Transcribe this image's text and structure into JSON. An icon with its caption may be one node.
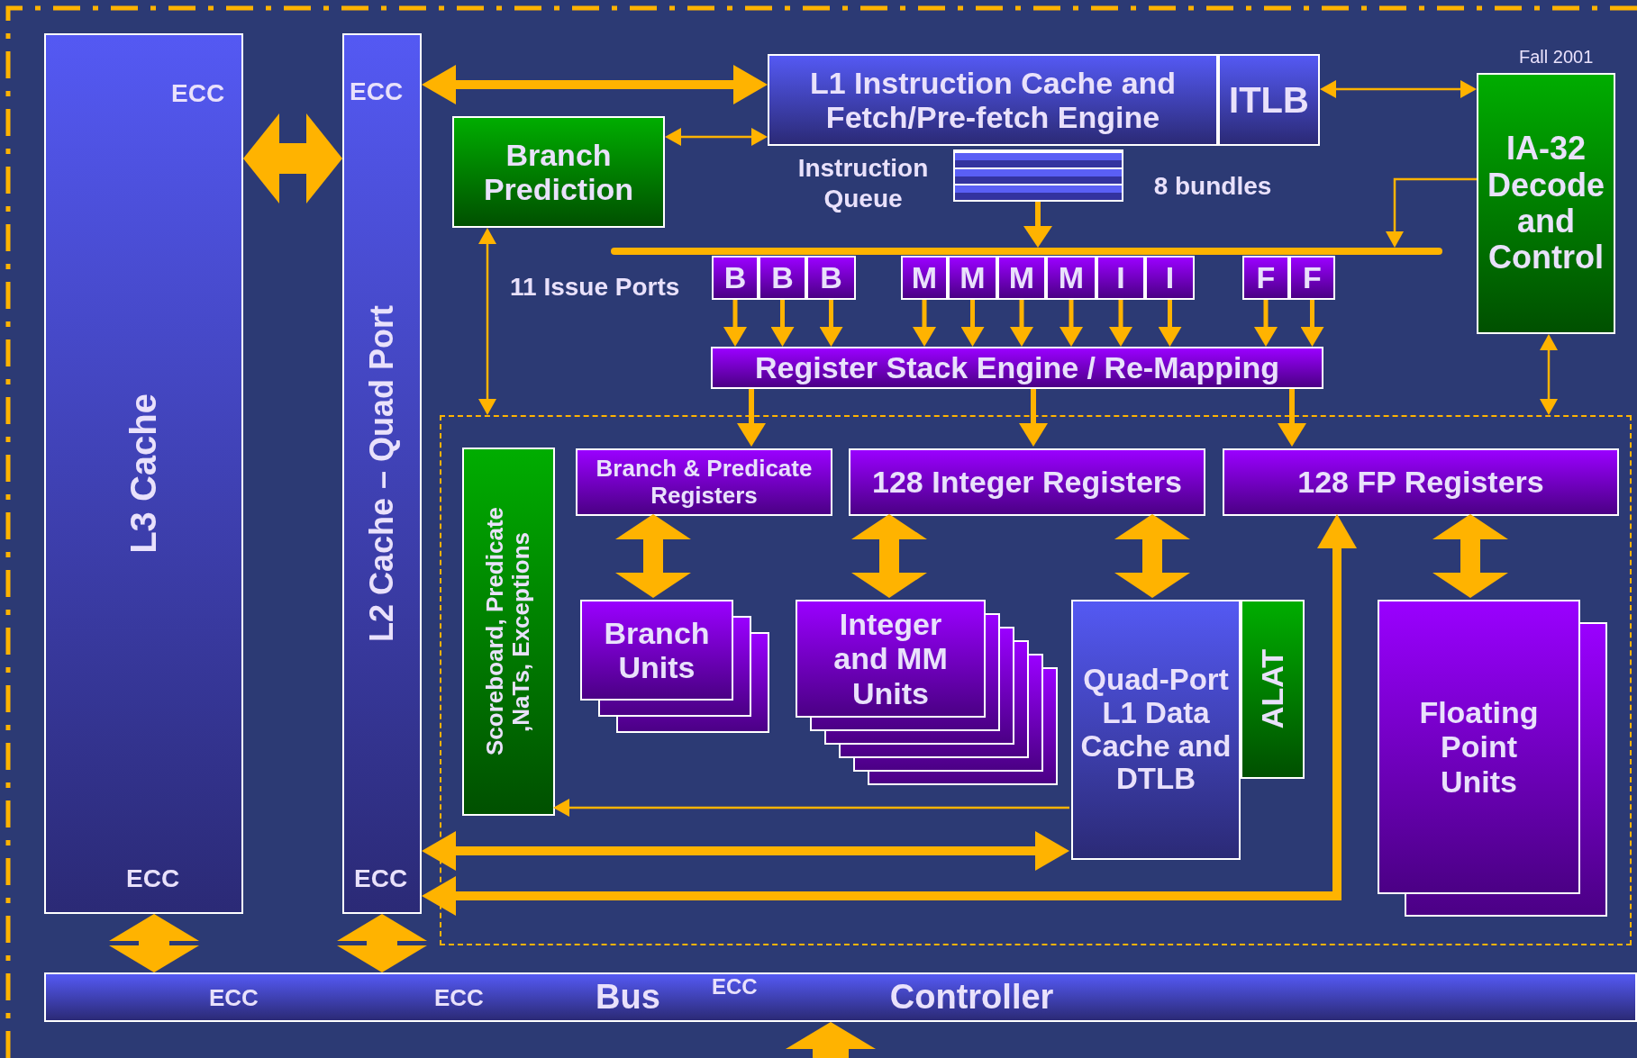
{
  "diagram": {
    "nodes": [
      {
        "text": [
          "L3 Cache"
        ]
      },
      {
        "text": [
          "L2 Cache – Quad Port"
        ]
      },
      {
        "text": [
          "L1 Instruction Cache and Fetch/Pre-fetch Engine"
        ]
      },
      {
        "text": [
          "ITLB"
        ]
      },
      {
        "text": [
          "IA-32 Decode and Control"
        ]
      },
      {
        "text": [
          "Branch Prediction"
        ]
      },
      {
        "text": [],
        "shape": "box",
        "beside": [
          "Instruction Queue",
          "8 bundles"
        ]
      },
      {
        "text": [],
        "shape": "bar"
      },
      {
        "text": [
          "B"
        ]
      },
      {
        "text": [
          "B"
        ]
      },
      {
        "text": [
          "B"
        ]
      },
      {
        "text": [
          "M"
        ]
      },
      {
        "text": [
          "M"
        ]
      },
      {
        "text": [
          "M"
        ]
      },
      {
        "text": [
          "M"
        ]
      },
      {
        "text": [
          "I"
        ]
      },
      {
        "text": [
          "I"
        ]
      },
      {
        "text": [
          "F"
        ]
      },
      {
        "text": [
          "F"
        ]
      },
      {
        "text": [
          "Register Stack Engine / Re-Mapping"
        ]
      },
      {
        "text": [],
        "shape": "box"
      },
      {
        "text": [
          "Scoreboard, Predicate ,NaTs, Exceptions"
        ],
        "in": 20
      },
      {
        "text": [
          "Branch & Predicate Registers"
        ],
        "in": 20
      },
      {
        "text": [
          "128 Integer Registers"
        ],
        "in": 20
      },
      {
        "text": [
          "128 FP Registers"
        ],
        "in": 20
      },
      {
        "text": [
          "Branch Units"
        ],
        "in": 20
      },
      {
        "text": [
          "Integer and MM Units"
        ],
        "in": 20
      },
      {
        "text": [
          "Quad-Port L1 Data Cache and DTLB"
        ],
        "in": 20
      },
      {
        "text": [
          "ALAT"
        ],
        "in": 20
      },
      {
        "text": [
          "Floating Point Units"
        ],
        "in": 20
      },
      {
        "text": [
          "Bus",
          "Controller"
        ]
      }
    ],
    "edges": [
      {
        "from": 1,
        "to": 2,
        "arrow": "both",
        "style": "thick"
      },
      {
        "from": 0,
        "to": 1,
        "arrow": "both",
        "style": "thick"
      },
      {
        "from": 5,
        "to": 2,
        "arrow": "both"
      },
      {
        "from": 3,
        "to": 4,
        "arrow": "both"
      },
      {
        "from": 6,
        "to": 7,
        "arrow": "to"
      },
      {
        "from": 4,
        "to": 7,
        "arrow": "to"
      },
      {
        "from": 8,
        "to": 19,
        "arrow": "to"
      },
      {
        "from": 9,
        "to": 19,
        "arrow": "to"
      },
      {
        "from": 10,
        "to": 19,
        "arrow": "to"
      },
      {
        "from": 11,
        "to": 19,
        "arrow": "to"
      },
      {
        "from": 12,
        "to": 19,
        "arrow": "to"
      },
      {
        "from": 13,
        "to": 19,
        "arrow": "to"
      },
      {
        "from": 14,
        "to": 19,
        "arrow": "to"
      },
      {
        "from": 15,
        "to": 19,
        "arrow": "to"
      },
      {
        "from": 16,
        "to": 19,
        "arrow": "to"
      },
      {
        "from": 17,
        "to": 19,
        "arrow": "to"
      },
      {
        "from": 18,
        "to": 19,
        "arrow": "to"
      },
      {
        "from": 5,
        "to": 20,
        "arrow": "both"
      },
      {
        "from": 4,
        "to": 20,
        "arrow": "both"
      },
      {
        "from": 19,
        "to": 22,
        "arrow": "to"
      },
      {
        "from": 19,
        "to": 23,
        "arrow": "to"
      },
      {
        "from": 19,
        "to": 24,
        "arrow": "to"
      },
      {
        "from": 22,
        "to": 25,
        "arrow": "both",
        "style": "thick"
      },
      {
        "from": 23,
        "to": 26,
        "arrow": "both",
        "style": "thick"
      },
      {
        "from": 23,
        "to": 27,
        "arrow": "both",
        "style": "thick"
      },
      {
        "from": 24,
        "to": 29,
        "arrow": "both",
        "style": "thick"
      },
      {
        "from": 27,
        "to": 21,
        "arrow": "to"
      },
      {
        "from": 1,
        "to": 27,
        "arrow": "both",
        "style": "thick"
      },
      {
        "from": 1,
        "to": 24,
        "arrow": "both",
        "style": "thick"
      },
      {
        "from": 0,
        "to": 30,
        "arrow": "both",
        "style": "thick"
      },
      {
        "from": 1,
        "to": 30,
        "arrow": "both",
        "style": "thick"
      },
      {
        "from": null,
        "to": 30,
        "arrow": "to",
        "style": "thick"
      }
    ],
    "labels": [
      "Fall 2001",
      "ECC",
      "ECC",
      "11 Issue Ports",
      "ECC",
      "ECC",
      "ECC",
      "ECC",
      "ECC"
    ]
  }
}
